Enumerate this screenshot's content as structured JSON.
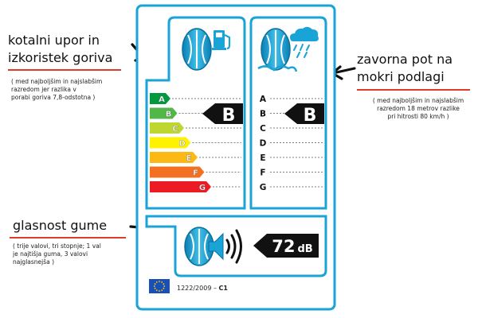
{
  "annotations": {
    "fuel": {
      "title_lines": [
        "kotalni upor in",
        "izkoristek goriva"
      ],
      "note_lines": [
        "( med najboljšim in najslabšim",
        "razredom jer razlika v",
        "porabi goriva 7,8-odstotna )"
      ]
    },
    "wet": {
      "title_lines": [
        "zavorna pot na",
        "mokri podlagi"
      ],
      "note_lines": [
        "( med najboljšim in najslabšim",
        "razredom 18 metrov razlike",
        "pri hitrosti 80 km/h )"
      ]
    },
    "noise": {
      "title_lines": [
        "glasnost gume"
      ],
      "note_lines": [
        "( trije valovi, tri stopnje; 1 val",
        "je najtišja guma, 3 valovi",
        "najglasnejša )"
      ]
    }
  },
  "label": {
    "fuel_classes": [
      "A",
      "B",
      "C",
      "D",
      "E",
      "F",
      "G"
    ],
    "fuel_class_colors": [
      "#009a3e",
      "#51b747",
      "#bed630",
      "#fff200",
      "#fdb913",
      "#f37021",
      "#ed1c24"
    ],
    "fuel_rating": "B",
    "wet_classes": [
      "A",
      "B",
      "C",
      "D",
      "E",
      "F",
      "G"
    ],
    "wet_rating": "B",
    "noise_value": "72",
    "noise_unit": "dB",
    "regulation_prefix": "1222/2009 – ",
    "regulation_class": "C1",
    "frame_color": "#1aa3d6"
  }
}
